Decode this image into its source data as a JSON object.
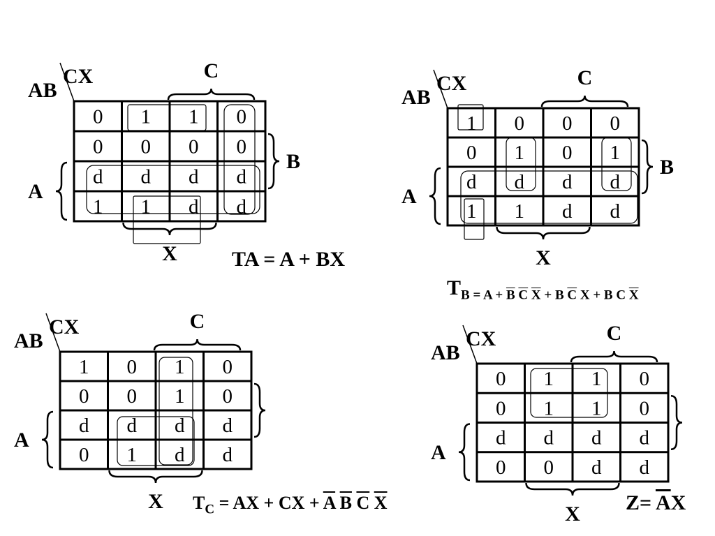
{
  "maps": [
    {
      "id": "ta",
      "corner_row": "AB",
      "corner_col": "CX",
      "label_c": "C",
      "label_b": "B",
      "label_a": "A",
      "label_x": "X",
      "cells": [
        [
          "0",
          "1",
          "1",
          "0"
        ],
        [
          "0",
          "0",
          "0",
          "0"
        ],
        [
          "d",
          "d",
          "d",
          "d"
        ],
        [
          "1",
          "1",
          "d",
          "d"
        ]
      ]
    },
    {
      "id": "tb",
      "corner_row": "AB",
      "corner_col": "CX",
      "label_c": "C",
      "label_b": "B",
      "label_a": "A",
      "label_x": "X",
      "cells": [
        [
          "1",
          "0",
          "0",
          "0"
        ],
        [
          "0",
          "1",
          "0",
          "1"
        ],
        [
          "d",
          "d",
          "d",
          "d"
        ],
        [
          "1",
          "1",
          "d",
          "d"
        ]
      ]
    },
    {
      "id": "tc",
      "corner_row": "AB",
      "corner_col": "CX",
      "label_c": "C",
      "label_a": "A",
      "label_x": "X",
      "cells": [
        [
          "1",
          "0",
          "1",
          "0"
        ],
        [
          "0",
          "0",
          "1",
          "0"
        ],
        [
          "d",
          "d",
          "d",
          "d"
        ],
        [
          "0",
          "1",
          "d",
          "d"
        ]
      ]
    },
    {
      "id": "z",
      "corner_row": "AB",
      "corner_col": "CX",
      "label_c": "C",
      "label_a": "A",
      "label_x": "X",
      "cells": [
        [
          "0",
          "1",
          "1",
          "0"
        ],
        [
          "0",
          "1",
          "1",
          "0"
        ],
        [
          "d",
          "d",
          "d",
          "d"
        ],
        [
          "0",
          "0",
          "d",
          "d"
        ]
      ]
    }
  ],
  "equations": {
    "ta": "TA = A + BX",
    "tb": {
      "main": "T",
      "sub_prefix": "B = A + ",
      "t1a": "B",
      "t1b": "C",
      "t1c": "X",
      "plus1": " + B ",
      "t2a": "C",
      "t2b": "X",
      "plus2": " + B C ",
      "t3a": "X"
    },
    "tc": {
      "main": "T",
      "sub": "C",
      "body": " = AX + CX + ",
      "n1": "A",
      "n2": "B",
      "n3": "C",
      "n4": "X"
    },
    "z": {
      "prefix": "Z= ",
      "nA": "A",
      "suffix": "X"
    }
  }
}
